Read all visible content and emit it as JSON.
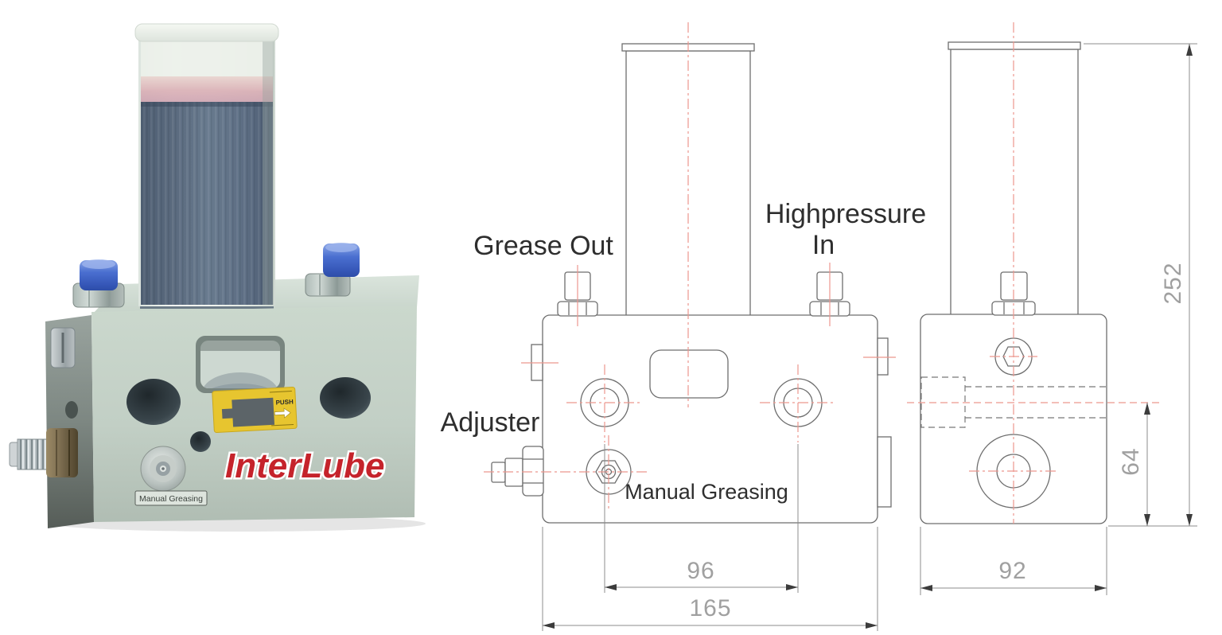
{
  "photo": {
    "logo": "InterLube",
    "label_plate": "Manual Greasing",
    "sticker_text": "PUSH",
    "colors": {
      "body_green": "#c2cfc5",
      "logo_red": "#c5232b",
      "sticker_yellow": "#e7c52f",
      "grease_blue": "#5d6e84",
      "cap_blue": "#4a6fd0"
    }
  },
  "drawing": {
    "labels": {
      "grease_out": "Grease Out",
      "highpressure_line1": "Highpressure",
      "highpressure_line2": "In",
      "adjuster": "Adjuster",
      "manual_greasing": "Manual Greasing"
    },
    "dimensions": {
      "hole_spacing": "96",
      "block_width": "165",
      "side_width": "92",
      "center_height": "64",
      "total_height": "252"
    },
    "colors": {
      "line": "#6e6e6e",
      "centerline_red": "#ec968e",
      "dim_text": "#a0a0a0",
      "label_text": "#2e2e2e"
    }
  }
}
